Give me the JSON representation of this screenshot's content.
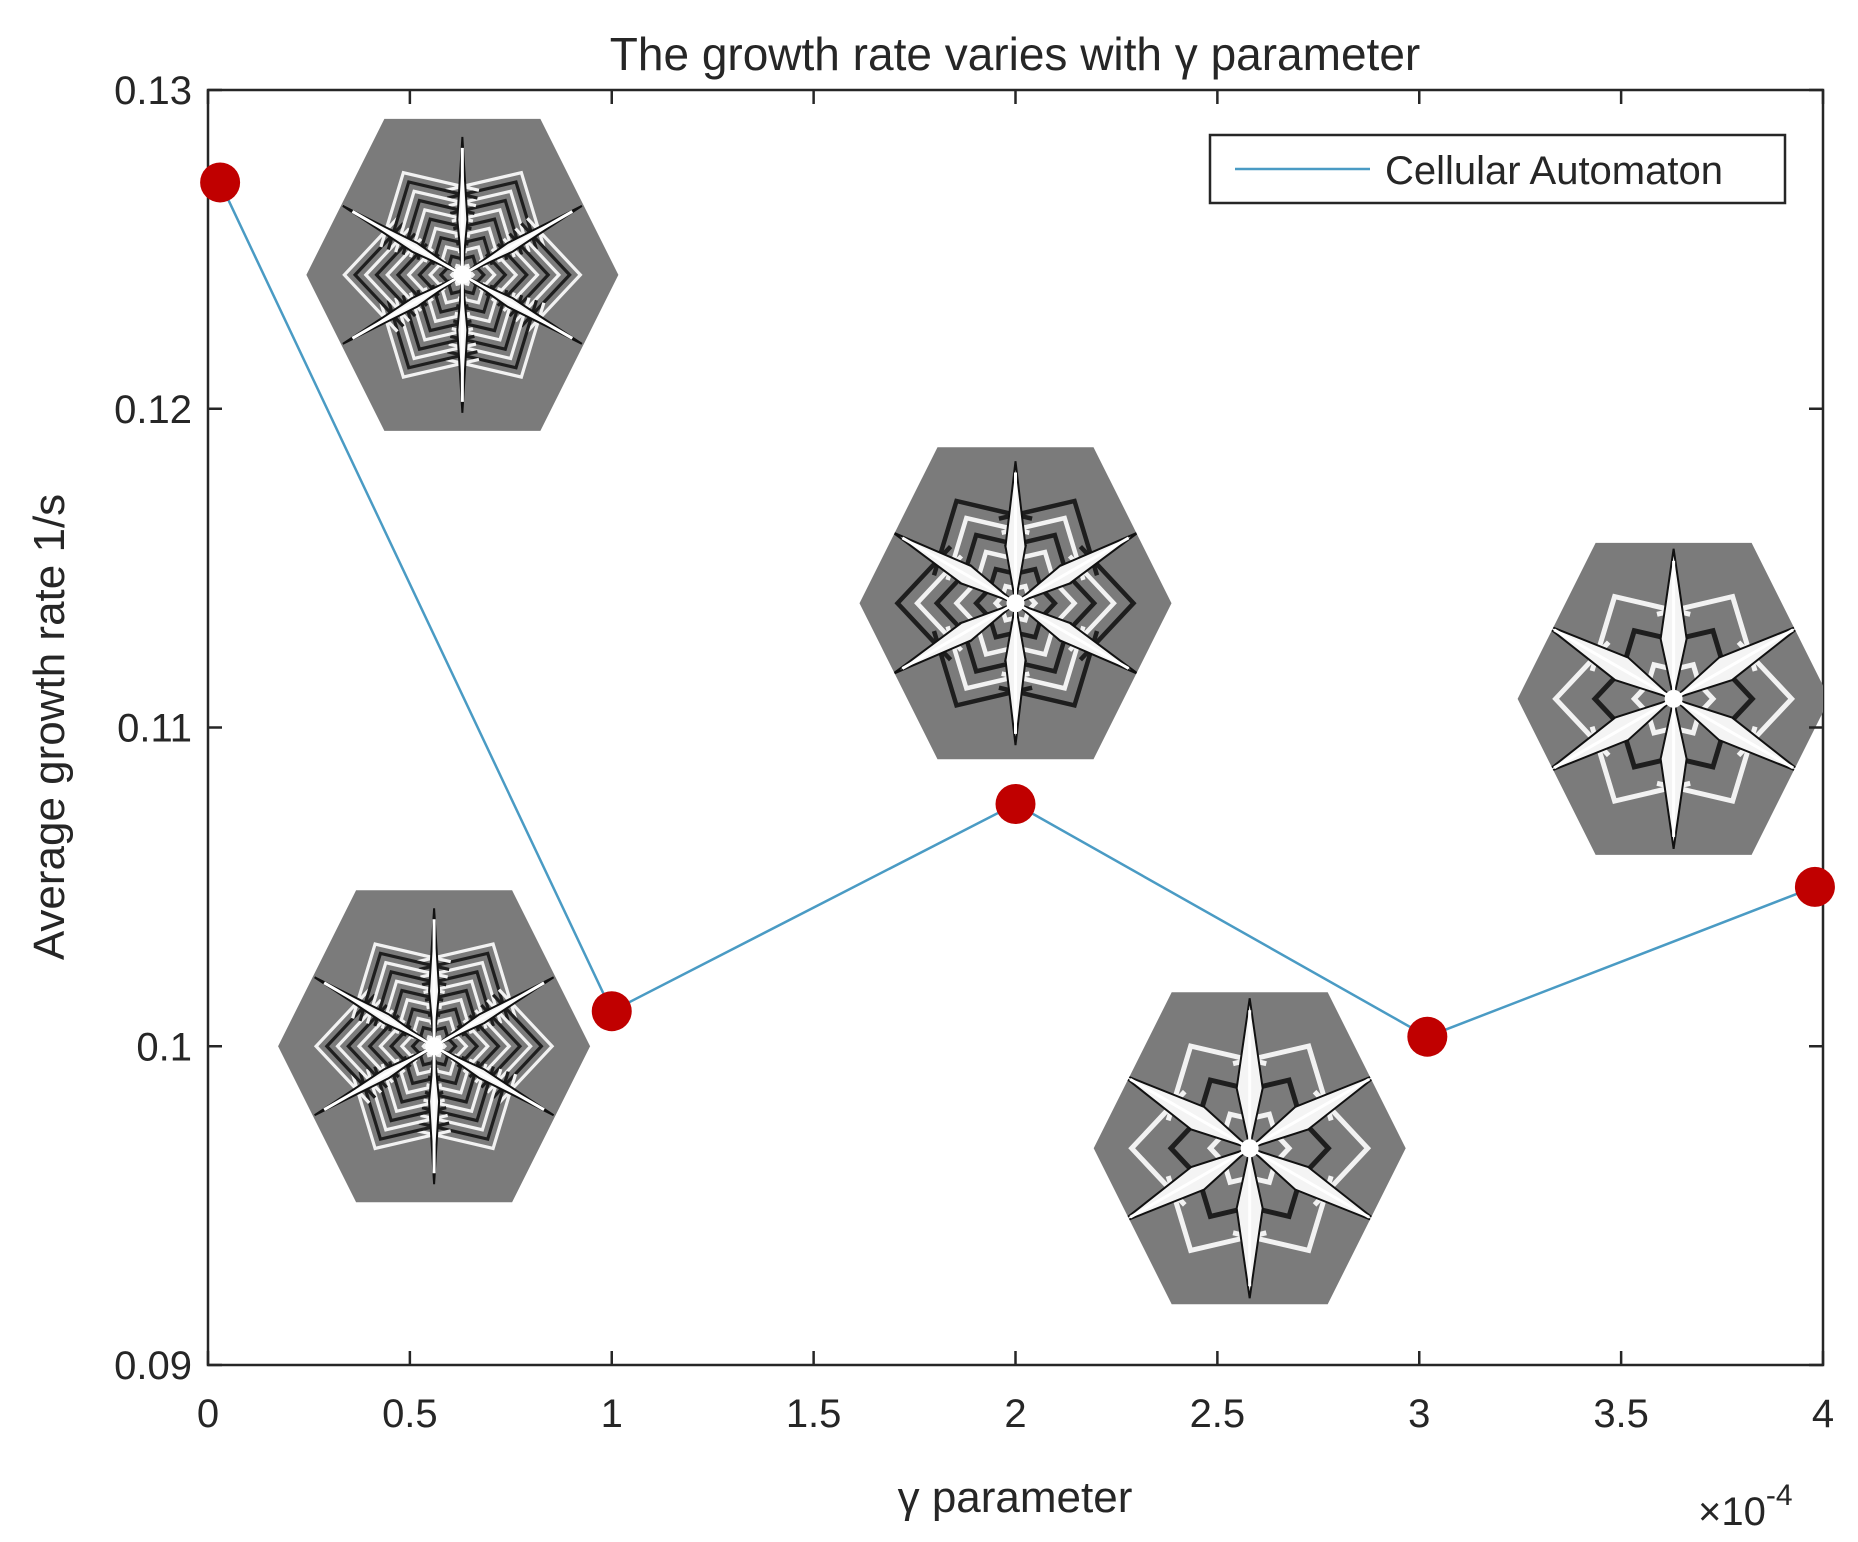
{
  "chart_data": {
    "type": "line",
    "title": "The growth rate varies with γ parameter",
    "xlabel": "γ parameter",
    "ylabel": "Average growth rate 1/s",
    "x_multiplier": "×10",
    "x_multiplier_exp": "-4",
    "xlim": [
      0,
      4
    ],
    "ylim": [
      0.09,
      0.13
    ],
    "xticks": [
      0,
      0.5,
      1,
      1.5,
      2,
      2.5,
      3,
      3.5,
      4
    ],
    "xtick_labels": [
      "0",
      "0.5",
      "1",
      "1.5",
      "2",
      "2.5",
      "3",
      "3.5",
      "4"
    ],
    "yticks": [
      0.09,
      0.1,
      0.11,
      0.12,
      0.13
    ],
    "ytick_labels": [
      "0.09",
      "0.1",
      "0.11",
      "0.12",
      "0.13"
    ],
    "grid": false,
    "legend": {
      "position": "top-right",
      "entries": [
        "Cellular Automaton"
      ]
    },
    "series": [
      {
        "name": "Cellular Automaton",
        "x": [
          0.03,
          1,
          2,
          3.02,
          3.98
        ],
        "y": [
          0.1271,
          0.1011,
          0.1076,
          0.1003,
          0.105
        ],
        "line_color": "#4a9bc4",
        "marker_color": "#c00000"
      }
    ],
    "annotations": [
      {
        "kind": "snowflake-image",
        "variant": "dense",
        "x": 0.63,
        "y": 0.1242
      },
      {
        "kind": "snowflake-image",
        "variant": "dense",
        "x": 0.56,
        "y": 0.1
      },
      {
        "kind": "snowflake-image",
        "variant": "mid",
        "x": 2.0,
        "y": 0.1139
      },
      {
        "kind": "snowflake-image",
        "variant": "sparse",
        "x": 2.58,
        "y": 0.0968
      },
      {
        "kind": "snowflake-image",
        "variant": "sparse",
        "x": 3.63,
        "y": 0.1109
      }
    ]
  }
}
